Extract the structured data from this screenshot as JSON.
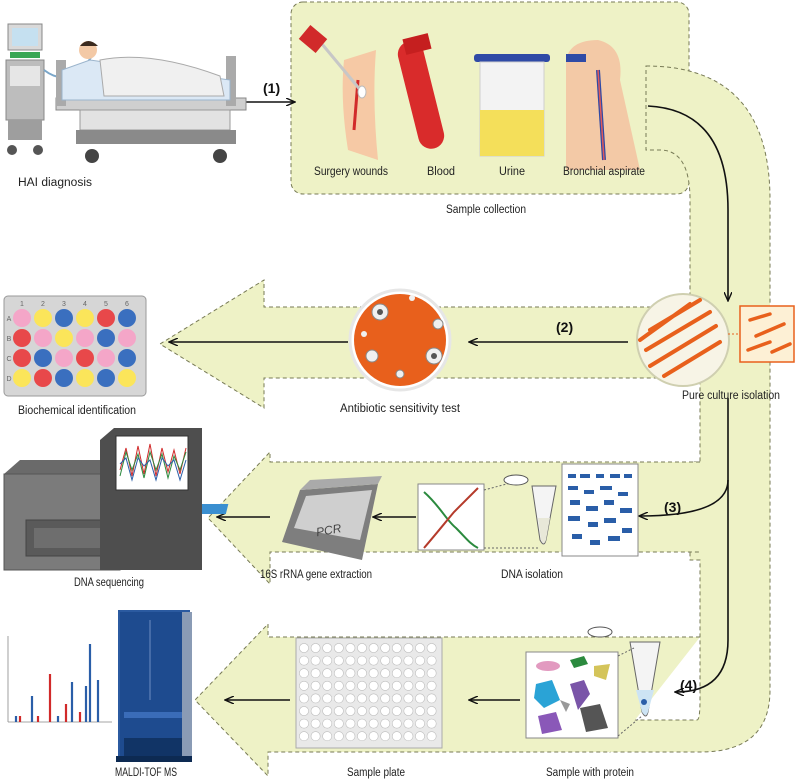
{
  "labels": {
    "hai_diagnosis": "HAI diagnosis",
    "surgery_wounds": "Surgery wounds",
    "blood": "Blood",
    "urine": "Urine",
    "bronchial_aspirate": "Bronchial aspirate",
    "sample_collection": "Sample collection",
    "pure_culture_isolation": "Pure culture isolation",
    "antibiotic_sensitivity_test": "Antibiotic sensitivity test",
    "biochemical_identification": "Biochemical identification",
    "dna_isolation": "DNA isolation",
    "gene_extraction": "16S rRNA gene extraction",
    "dna_sequencing": "DNA sequencing",
    "sample_with_protein": "Sample with protein",
    "sample_plate": "Sample plate",
    "maldi_tof_ms": "MALDI-TOF MS",
    "pcr": "PCR"
  },
  "steps": {
    "s1": "(1)",
    "s2": "(2)",
    "s3": "(3)",
    "s4": "(4)"
  },
  "plate": {
    "columns": [
      "1",
      "2",
      "3",
      "4",
      "5",
      "6"
    ],
    "rows": [
      "A",
      "B",
      "C",
      "D"
    ],
    "well_colors": [
      [
        "#f4a6c8",
        "#fbe55a",
        "#3a6fbf",
        "#fbe55a",
        "#e8484a",
        "#3a6fbf"
      ],
      [
        "#e8484a",
        "#f4a6c8",
        "#fbe55a",
        "#f4a6c8",
        "#3a6fbf",
        "#f4a6c8"
      ],
      [
        "#e8484a",
        "#3a6fbf",
        "#f4a6c8",
        "#e8484a",
        "#f4a6c8",
        "#3a6fbf"
      ],
      [
        "#fbe55a",
        "#e8484a",
        "#3a6fbf",
        "#fbe55a",
        "#3a6fbf",
        "#fbe55a"
      ]
    ]
  },
  "colors": {
    "arrow_fill": "#eef2c6",
    "arrow_stroke": "#777a55",
    "culture_orange": "#e8601c",
    "instrument_blue": "#1e4b8f",
    "sequencer_gray": "#5a5a5a"
  }
}
